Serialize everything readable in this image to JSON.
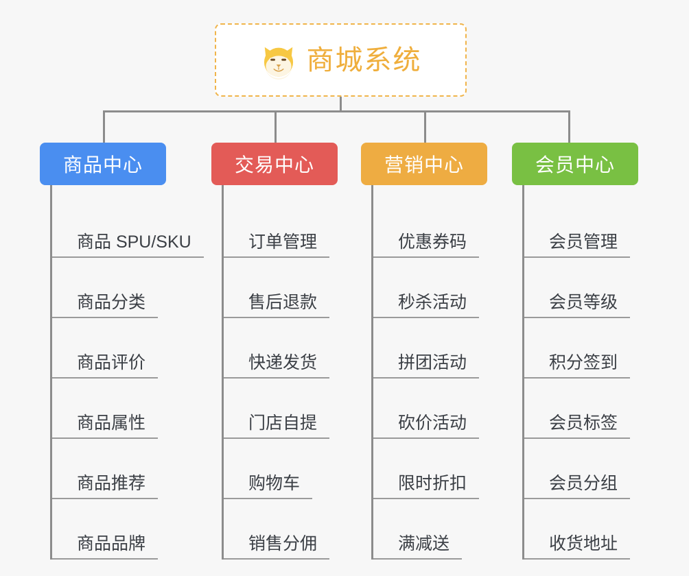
{
  "background_color": "#f7f7f7",
  "root": {
    "title": "商城系统",
    "icon": "shiba-dog-emoji",
    "text_color": "#efae3c",
    "border_color": "#f0b44a"
  },
  "connector_color": "#8c8c8c",
  "categories": [
    {
      "label": "商品中心",
      "color": "#4a8ef0",
      "items": [
        "商品 SPU/SKU",
        "商品分类",
        "商品评价",
        "商品属性",
        "商品推荐",
        "商品品牌"
      ]
    },
    {
      "label": "交易中心",
      "color": "#e35b57",
      "items": [
        "订单管理",
        "售后退款",
        "快递发货",
        "门店自提",
        "购物车",
        "销售分佣"
      ]
    },
    {
      "label": "营销中心",
      "color": "#eeac42",
      "items": [
        "优惠券码",
        "秒杀活动",
        "拼团活动",
        "砍价活动",
        "限时折扣",
        "满减送"
      ]
    },
    {
      "label": "会员中心",
      "color": "#79c043",
      "items": [
        "会员管理",
        "会员等级",
        "积分签到",
        "会员标签",
        "会员分组",
        "收货地址"
      ]
    }
  ]
}
